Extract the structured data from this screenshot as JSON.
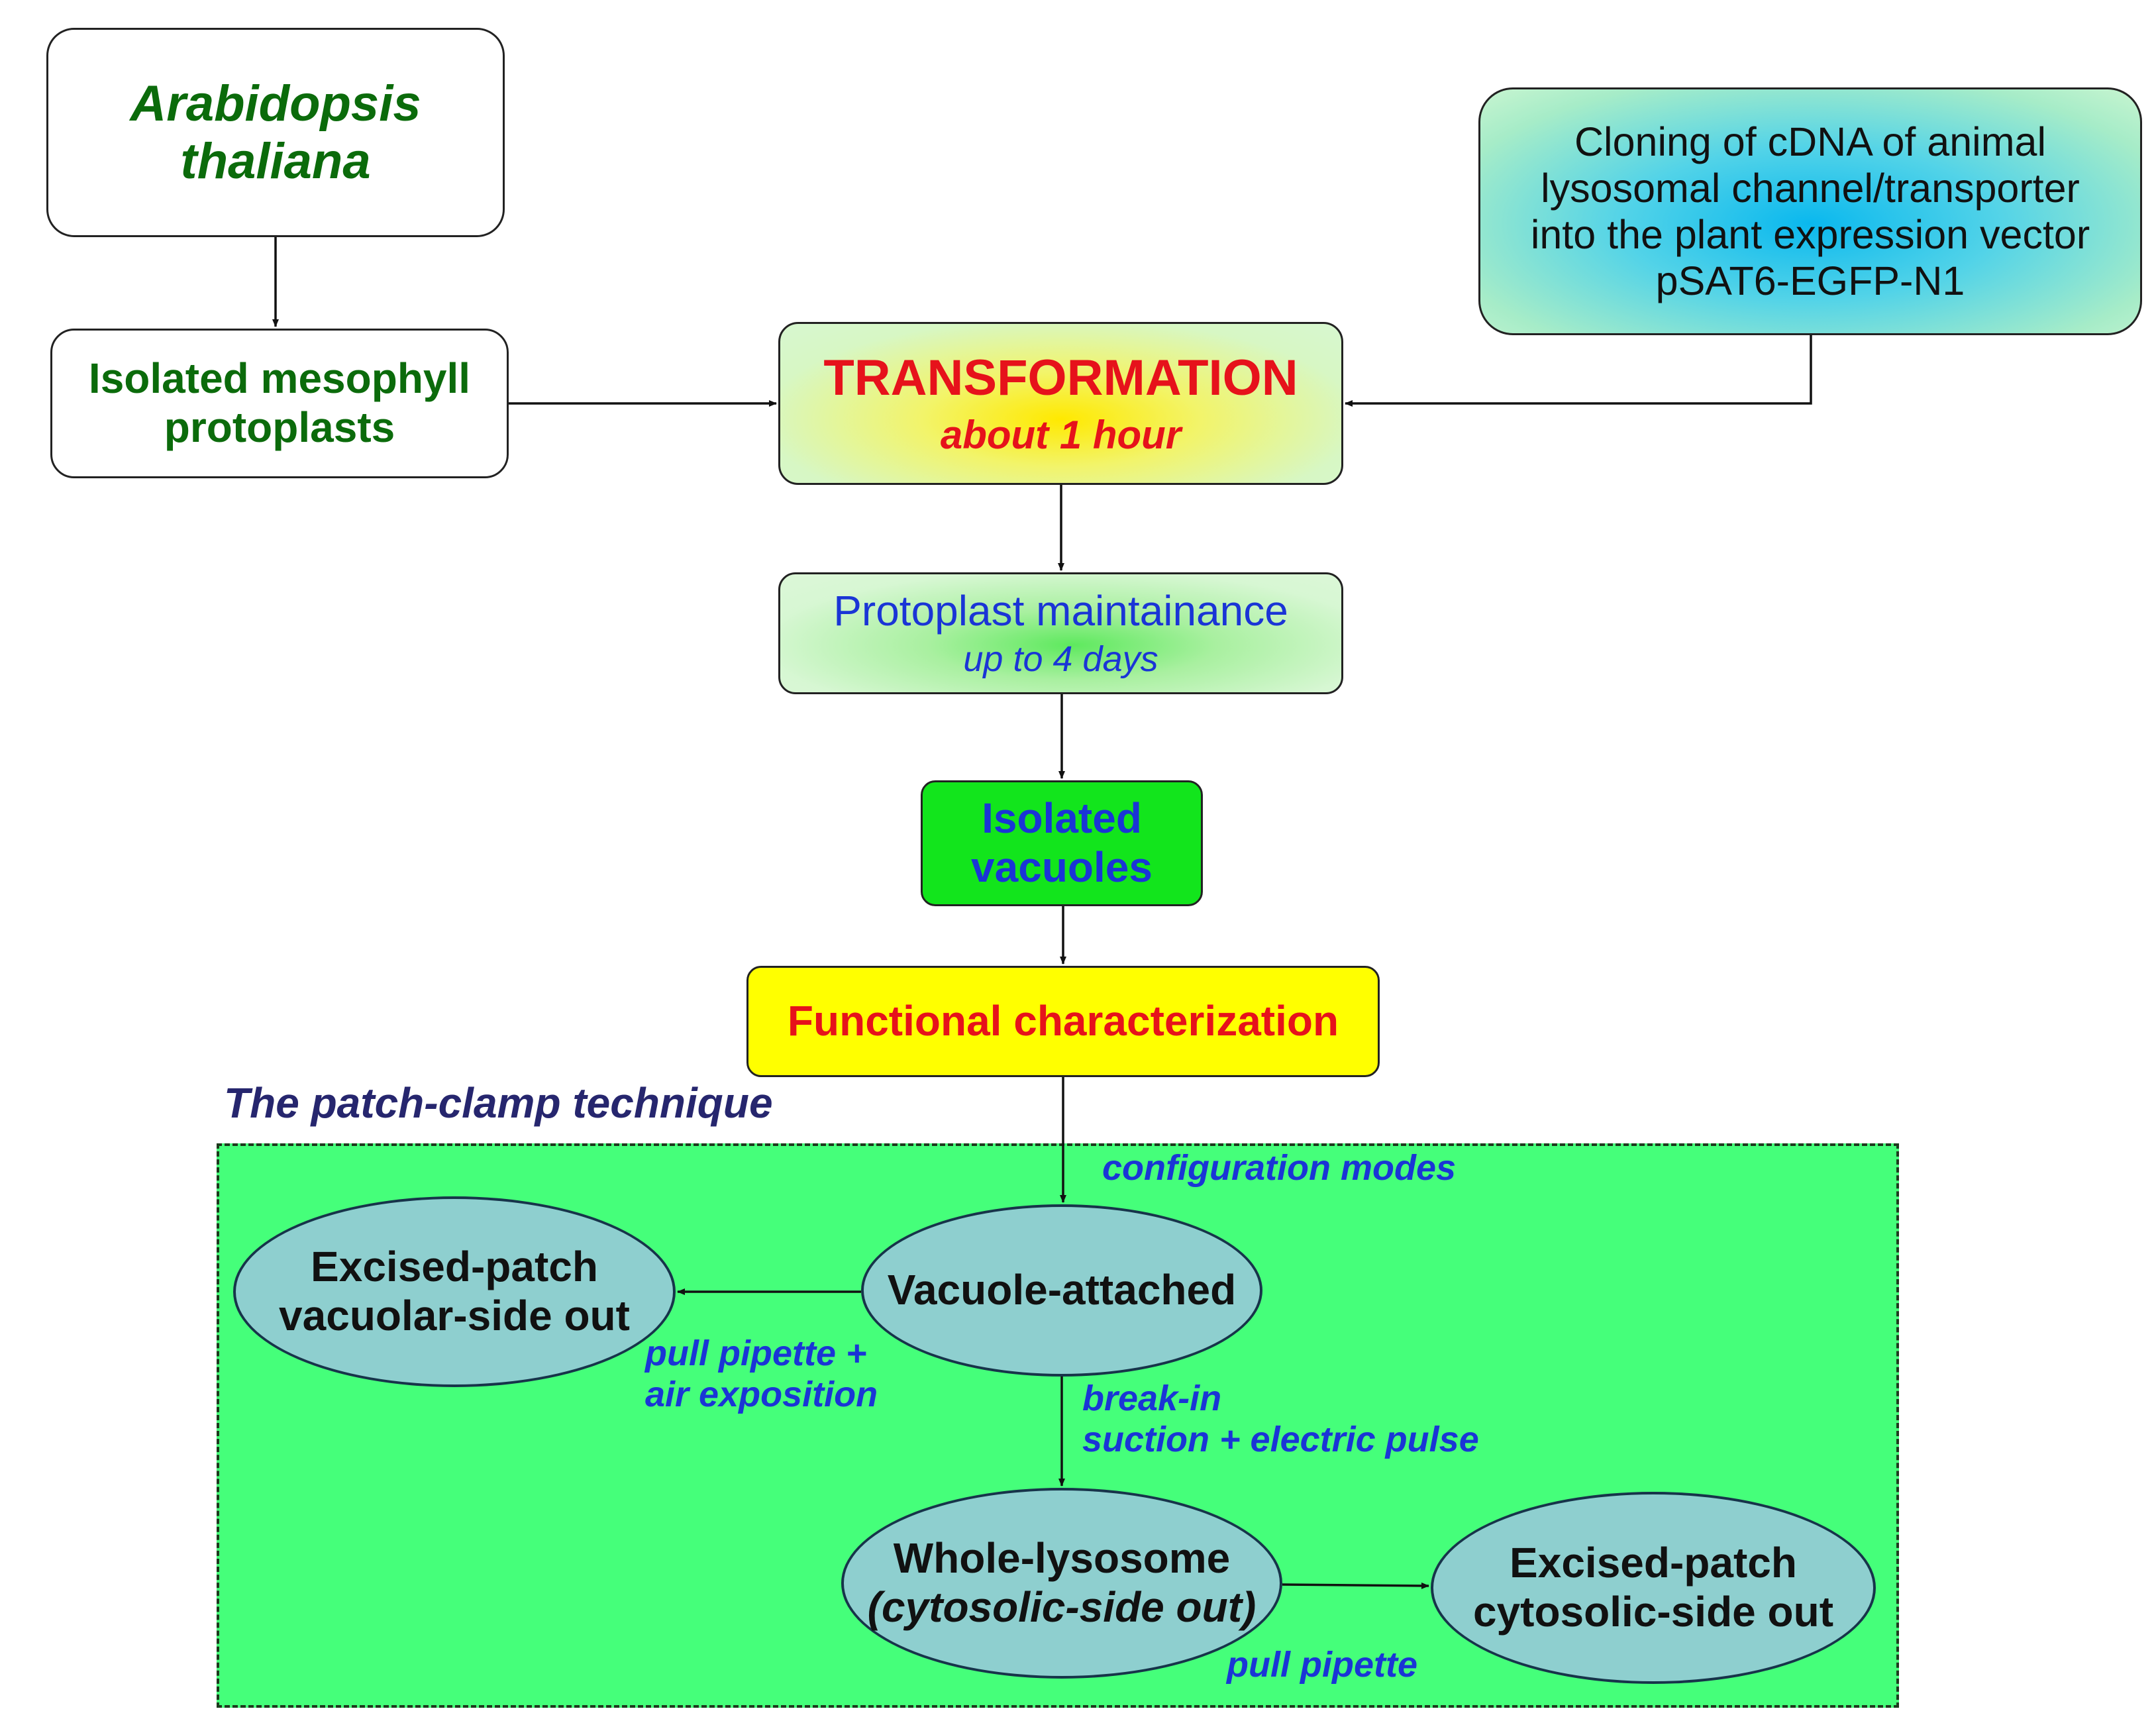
{
  "nodes": {
    "arabidopsis": [
      "Arabidopsis",
      "thaliana"
    ],
    "mesophyll": [
      "Isolated mesophyll",
      "protoplasts"
    ],
    "cloning": [
      "Cloning of cDNA of animal",
      "lysosomal channel/transporter",
      "into the plant expression vector",
      "pSAT6-EGFP-N1"
    ],
    "transformation": {
      "title": "TRANSFORMATION",
      "subtitle": "about 1 hour"
    },
    "maintainance": {
      "title": "Protoplast maintainance",
      "subtitle": "up to 4 days"
    },
    "vacuoles": [
      "Isolated",
      "vacuoles"
    ],
    "functional": "Functional characterization"
  },
  "patch_clamp": {
    "title": "The patch-clamp technique",
    "modes_label": "configuration modes",
    "vacuole_attached": "Vacuole-attached",
    "excised_vacuolar": [
      "Excised-patch",
      "vacuolar-side out"
    ],
    "whole_lysosome": [
      "Whole-lysosome",
      "(cytosolic-side out)"
    ],
    "excised_cytosolic": [
      "Excised-patch",
      "cytosolic-side out"
    ],
    "pull_air": [
      "pull pipette +",
      "air exposition"
    ],
    "breakin": [
      "break-in",
      "suction + electric pulse"
    ],
    "pull": "pull pipette"
  },
  "colors": {
    "patch_area": "#45ff7a",
    "vacuoles_box": "#12e51c",
    "functional_box": "#ffff00",
    "ellipse_fill": "#8ecfcf",
    "label_blue": "#1a35d6",
    "title_red": "#e6121b",
    "dark_green_text": "#0b6b0b"
  }
}
